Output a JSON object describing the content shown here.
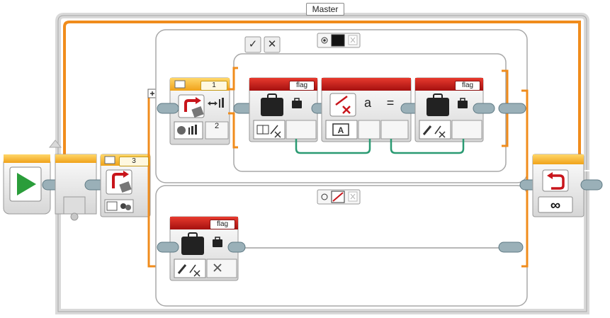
{
  "loop": {
    "name": "Master",
    "count_display": "3",
    "infinity_symbol": "∞"
  },
  "switch": {
    "port_display": "1",
    "threshold_value": "2",
    "true_case": {
      "check_symbol": "✓",
      "close_symbol": "✕"
    }
  },
  "blocks": {
    "read_flag": {
      "label": "flag"
    },
    "compare": {
      "operator": "a",
      "equals": "="
    },
    "write_flag_top": {
      "label": "flag"
    },
    "write_flag_bottom": {
      "label": "flag"
    }
  },
  "colors": {
    "orange": "#f08c1c",
    "red": "#c8151b",
    "green": "#2a9a72",
    "start_green": "#2a9d3a"
  },
  "icons": [
    "play-icon",
    "loop-icon",
    "brick-port-icon",
    "color-sensor-icon",
    "briefcase-icon",
    "book-check-icon",
    "math-check-icon",
    "text-input-icon",
    "pencil-check-icon",
    "rotate-icon",
    "infinity-icon",
    "plus-icon"
  ]
}
